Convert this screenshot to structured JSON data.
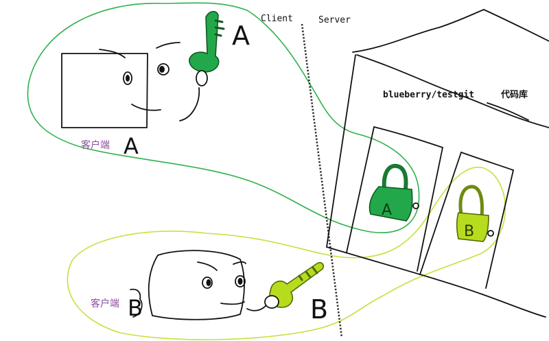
{
  "labels": {
    "client": "Client",
    "server": "Server",
    "repo_path": "blueberry/testgit",
    "repo_cn": "代码库",
    "client_a": "客户端",
    "client_b": "客户端",
    "letter_a": "A",
    "letter_b": "B"
  },
  "colors": {
    "green_dark": "#22a84a",
    "green_lime": "#b7dc1e",
    "loop_green": "#2fb04c",
    "loop_lime": "#c6e03a",
    "label_purple": "#8a4fa0",
    "ink": "#111111"
  },
  "icons": {
    "key_a": "key-icon",
    "key_b": "key-icon",
    "lock_a": "lock-icon",
    "lock_b": "lock-icon"
  }
}
